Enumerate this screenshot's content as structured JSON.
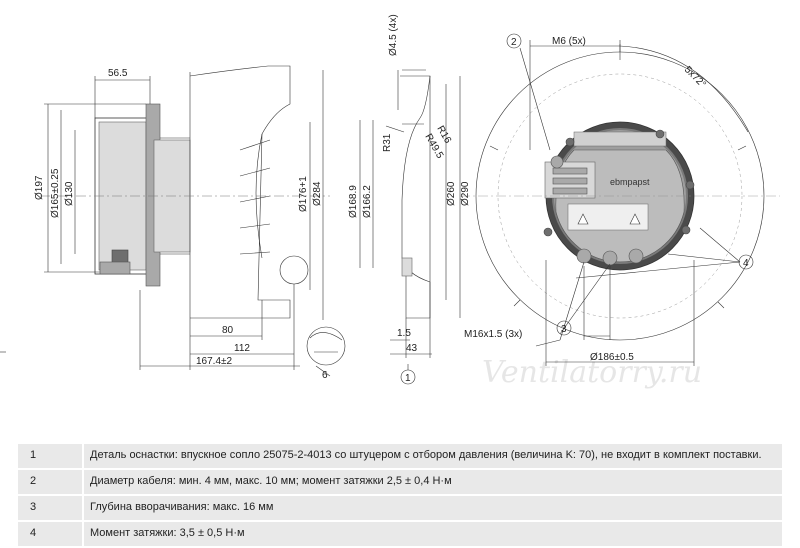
{
  "drawing": {
    "left_view": {
      "dim_56_5": "56.5",
      "dim_197": "Ø197",
      "dim_165": "Ø165±0.25",
      "dim_130": "Ø130",
      "dim_176": "Ø176+1",
      "dim_284": "Ø284",
      "dim_80": "80",
      "dim_112": "112",
      "dim_167_4": "167.4±2",
      "label_6": "6"
    },
    "middle_view": {
      "dim_4_5": "Ø4.5 (4x)",
      "dim_168_9": "Ø168.9",
      "dim_166_2": "Ø166.2",
      "r31": "R31",
      "r49_5": "R49.5",
      "r16": "R16",
      "dim_260": "Ø260",
      "dim_290": "Ø290",
      "dim_1_5": "1.5",
      "dim_43": "43",
      "balloon_1": "1"
    },
    "right_view": {
      "balloon_2": "2",
      "m6": "M6 (5x)",
      "angle": "5x72°",
      "m16": "M16x1.5 (3x)",
      "balloon_3": "3",
      "balloon_4": "4",
      "dim_186": "Ø186±0.5",
      "brand": "ebmpapst"
    },
    "watermark": "Ventilatorry.ru"
  },
  "legend": [
    {
      "num": "1",
      "text": "Деталь оснастки: впускное сопло 25075-2-4013 со штуцером с отбором давления (величина K: 70), не входит в комплект поставки."
    },
    {
      "num": "2",
      "text": "Диаметр кабеля: мин. 4 мм, макс. 10 мм; момент затяжки 2,5 ± 0,4 Н·м"
    },
    {
      "num": "3",
      "text": "Глубина вворачивания: макс. 16 мм"
    },
    {
      "num": "4",
      "text": "Момент затяжки: 3,5 ± 0,5 Н·м"
    }
  ]
}
